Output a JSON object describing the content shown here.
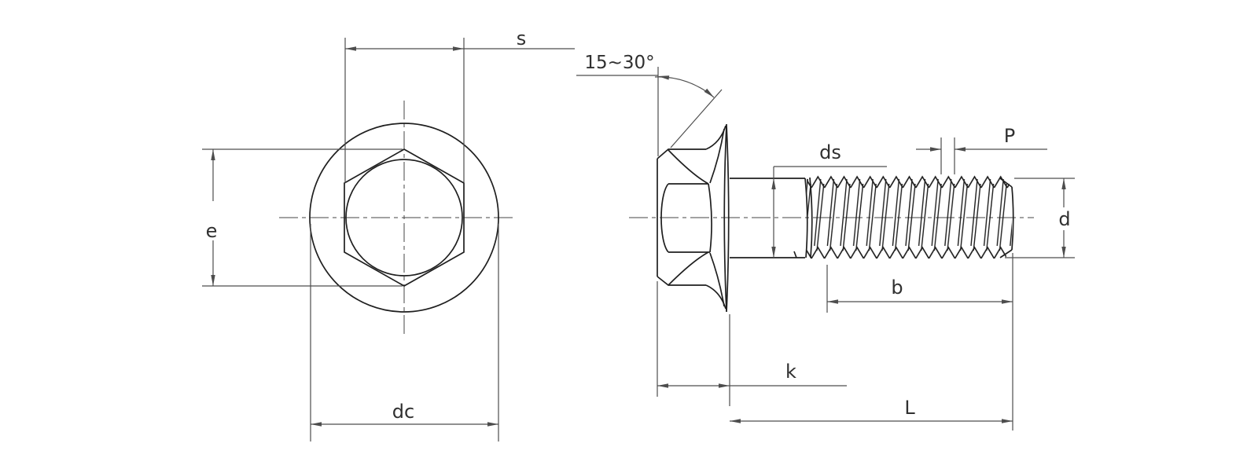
{
  "drawing": {
    "type": "hex-flange-bolt-technical-drawing",
    "colors": {
      "background": "#ffffff",
      "object_line": "#1f1f1f",
      "dimension_line": "#4d4d4d",
      "center_line": "#454545",
      "label_text": "#303030"
    },
    "front_view": {
      "labels": {
        "width_across_flats": "s",
        "width_across_corners": "e",
        "flange_diameter": "dc"
      }
    },
    "side_view": {
      "labels": {
        "flange_angle": "15~30°",
        "shank_diameter": "ds",
        "thread_pitch": "P",
        "thread_diameter": "d",
        "thread_length": "b",
        "head_height": "k",
        "bolt_length": "L"
      }
    }
  }
}
